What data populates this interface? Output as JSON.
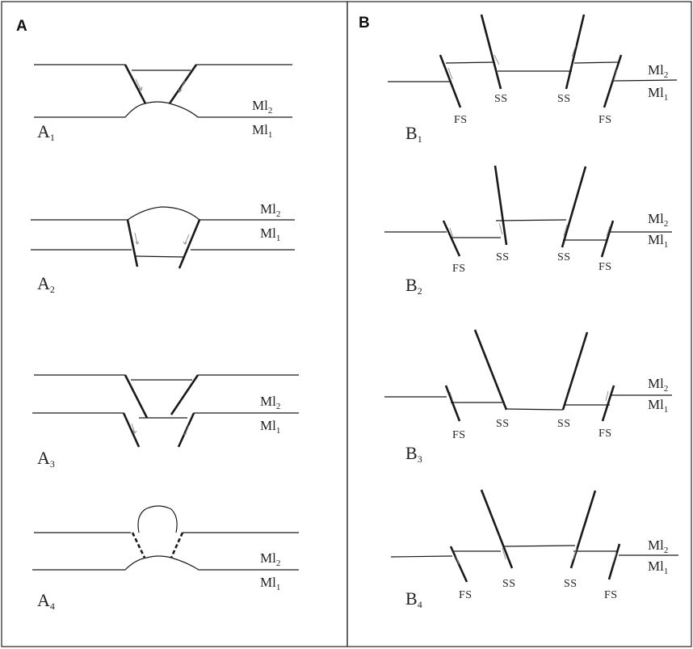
{
  "panels": {
    "a": {
      "letter": "A",
      "stages": [
        {
          "main": "A",
          "sub": "1",
          "top_layer": "Ml",
          "top_sub": "2",
          "bottom_layer": "Ml",
          "bottom_sub": "1"
        },
        {
          "main": "A",
          "sub": "2",
          "top_layer": "Ml",
          "top_sub": "2",
          "bottom_layer": "Ml",
          "bottom_sub": "1"
        },
        {
          "main": "A",
          "sub": "3",
          "top_layer": "Ml",
          "top_sub": "2",
          "bottom_layer": "Ml",
          "bottom_sub": "1"
        },
        {
          "main": "A",
          "sub": "4",
          "top_layer": "Ml",
          "top_sub": "2",
          "bottom_layer": "Ml",
          "bottom_sub": "1"
        }
      ]
    },
    "b": {
      "letter": "B",
      "stages": [
        {
          "main": "B",
          "sub": "1",
          "top_layer": "Ml",
          "top_sub": "2",
          "bottom_layer": "Ml",
          "bottom_sub": "1",
          "fault_labels": [
            "FS",
            "SS",
            "SS",
            "FS"
          ]
        },
        {
          "main": "B",
          "sub": "2",
          "top_layer": "Ml",
          "top_sub": "2",
          "bottom_layer": "Ml",
          "bottom_sub": "1",
          "fault_labels": [
            "FS",
            "SS",
            "SS",
            "FS"
          ]
        },
        {
          "main": "B",
          "sub": "3",
          "top_layer": "Ml",
          "top_sub": "2",
          "bottom_layer": "Ml",
          "bottom_sub": "1",
          "fault_labels": [
            "FS",
            "SS",
            "SS",
            "FS"
          ]
        },
        {
          "main": "B",
          "sub": "4",
          "top_layer": "Ml",
          "top_sub": "2",
          "bottom_layer": "Ml",
          "bottom_sub": "1",
          "fault_labels": [
            "FS",
            "SS",
            "SS",
            "FS"
          ]
        }
      ]
    }
  }
}
